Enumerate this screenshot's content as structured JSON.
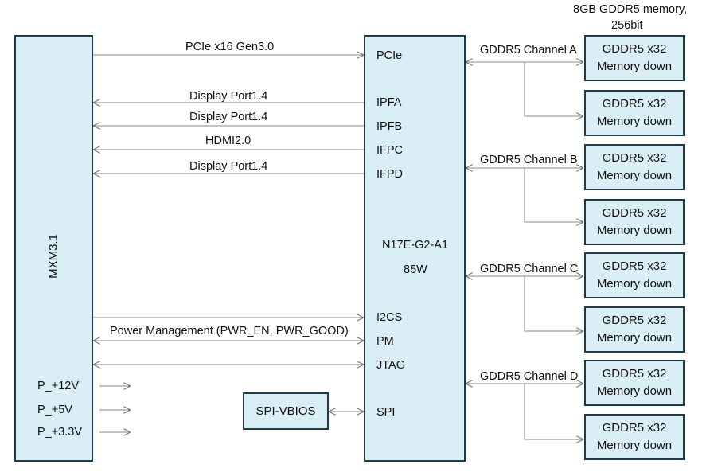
{
  "header": {
    "memory_line1": "8GB GDDR5 memory,",
    "memory_line2": "256bit"
  },
  "mxm": {
    "label": "MXM3.1"
  },
  "gpu": {
    "model": "N17E-G2-A1",
    "power": "85W",
    "ports": [
      "PCIe",
      "IPFA",
      "IPFB",
      "IFPC",
      "IFPD",
      "I2CS",
      "PM",
      "JTAG",
      "SPI"
    ]
  },
  "links": {
    "pcie": "PCIe x16 Gen3.0",
    "dp1": "Display Port1.4",
    "dp2": "Display Port1.4",
    "hdmi": "HDMI2.0",
    "dp3": "Display Port1.4",
    "pm": "Power Management (PWR_EN, PWR_GOOD)"
  },
  "power_rails": [
    "P_+12V",
    "P_+5V",
    "P_+3.3V"
  ],
  "spi": {
    "label": "SPI-VBIOS"
  },
  "channels": [
    "GDDR5 Channel A",
    "GDDR5 Channel B",
    "GDDR5 Channel C",
    "GDDR5 Channel D"
  ],
  "memory": {
    "line1": "GDDR5 x32",
    "line2": "Memory down"
  }
}
